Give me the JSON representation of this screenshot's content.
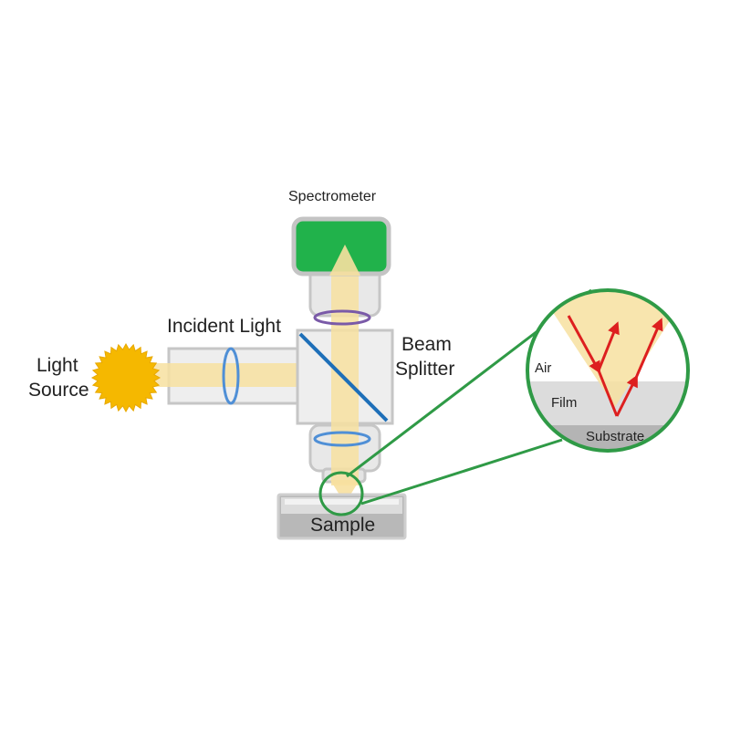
{
  "labels": {
    "spectrometer": "Spectrometer",
    "incident_light": "Incident Light",
    "light_source_line1": "Light",
    "light_source_line2": "Source",
    "beam_splitter_line1": "Beam",
    "beam_splitter_line2": "Splitter",
    "sample": "Sample",
    "inset_air": "Air",
    "inset_film": "Film",
    "inset_substrate": "Substrate"
  },
  "colors": {
    "light_beam": "#f7e0a0",
    "sun": "#f5b800",
    "spectrometer": "#21b24b",
    "housing": "#e4e4e4",
    "housing_outline": "#c4c4c4",
    "beam_splitter": "#1e6fb8",
    "lens_blue": "#4f8fd6",
    "lens_purple": "#7a5aa8",
    "callout_circle": "#2f9a46",
    "reflection_arrow": "#dd1f1f",
    "film": "#dcdcdc",
    "substrate": "#b4b4b4"
  }
}
